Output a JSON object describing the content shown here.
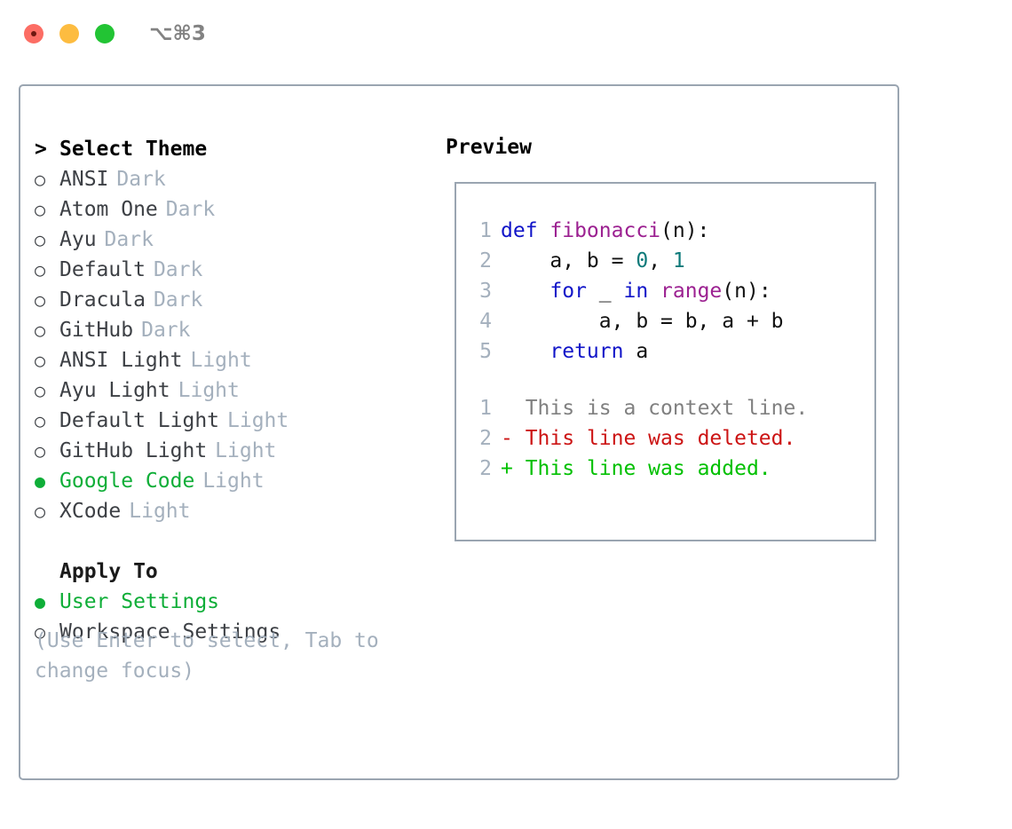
{
  "window": {
    "shortcut": "⌥⌘3",
    "traffic_lights": [
      {
        "name": "close",
        "color": "#fc6d64"
      },
      {
        "name": "minimize",
        "color": "#fdbc40"
      },
      {
        "name": "zoom",
        "color": "#22c434"
      }
    ]
  },
  "colors": {
    "panel_border": "#9aa5b1",
    "accent_green": "#0fae38",
    "muted": "#a4b0bd",
    "text": "#3d4045",
    "diff_add": "#00c000",
    "diff_del": "#cc1414",
    "keyword": "#1014c8",
    "function": "#9c2191",
    "number": "#0d7a7a"
  },
  "theme_list": {
    "header_marker": ">",
    "header": "Select Theme",
    "marker_selected": "●",
    "marker_unselected": "○",
    "items": [
      {
        "label": "ANSI",
        "variant": "Dark",
        "selected": false
      },
      {
        "label": "Atom One",
        "variant": "Dark",
        "selected": false
      },
      {
        "label": "Ayu",
        "variant": "Dark",
        "selected": false
      },
      {
        "label": "Default",
        "variant": "Dark",
        "selected": false
      },
      {
        "label": "Dracula",
        "variant": "Dark",
        "selected": false
      },
      {
        "label": "GitHub",
        "variant": "Dark",
        "selected": false
      },
      {
        "label": "ANSI Light",
        "variant": "Light",
        "selected": false
      },
      {
        "label": "Ayu Light",
        "variant": "Light",
        "selected": false
      },
      {
        "label": "Default Light",
        "variant": "Light",
        "selected": false
      },
      {
        "label": "GitHub Light",
        "variant": "Light",
        "selected": false
      },
      {
        "label": "Google Code",
        "variant": "Light",
        "selected": true
      },
      {
        "label": "XCode",
        "variant": "Light",
        "selected": false
      }
    ]
  },
  "apply_to": {
    "header": "Apply To",
    "options": [
      {
        "label": "User Settings",
        "selected": true
      },
      {
        "label": "Workspace Settings",
        "selected": false
      }
    ]
  },
  "hint": "(Use Enter to select, Tab to change focus)",
  "preview": {
    "title": "Preview",
    "code_lines": [
      {
        "num": "1",
        "tokens": [
          {
            "t": "def ",
            "c": "kw"
          },
          {
            "t": "fibonacci",
            "c": "fn"
          },
          {
            "t": "(n):",
            "c": "pl"
          }
        ]
      },
      {
        "num": "2",
        "tokens": [
          {
            "t": "    a, b = ",
            "c": "pl"
          },
          {
            "t": "0",
            "c": "num"
          },
          {
            "t": ", ",
            "c": "pl"
          },
          {
            "t": "1",
            "c": "num"
          }
        ]
      },
      {
        "num": "3",
        "tokens": [
          {
            "t": "    ",
            "c": "pl"
          },
          {
            "t": "for",
            "c": "kw"
          },
          {
            "t": " _ ",
            "c": "pl"
          },
          {
            "t": "in",
            "c": "kw"
          },
          {
            "t": " ",
            "c": "pl"
          },
          {
            "t": "range",
            "c": "fn"
          },
          {
            "t": "(n):",
            "c": "pl"
          }
        ]
      },
      {
        "num": "4",
        "tokens": [
          {
            "t": "        a, b = b, a + b",
            "c": "pl"
          }
        ]
      },
      {
        "num": "5",
        "tokens": [
          {
            "t": "    ",
            "c": "pl"
          },
          {
            "t": "return",
            "c": "kw"
          },
          {
            "t": " a",
            "c": "pl"
          }
        ]
      }
    ],
    "diff_lines": [
      {
        "num": "1",
        "marker": " ",
        "text": " This is a context line.",
        "kind": "ctx"
      },
      {
        "num": "2",
        "marker": "-",
        "text": " This line was deleted.",
        "kind": "del"
      },
      {
        "num": "2",
        "marker": "+",
        "text": " This line was added.",
        "kind": "add"
      }
    ]
  }
}
